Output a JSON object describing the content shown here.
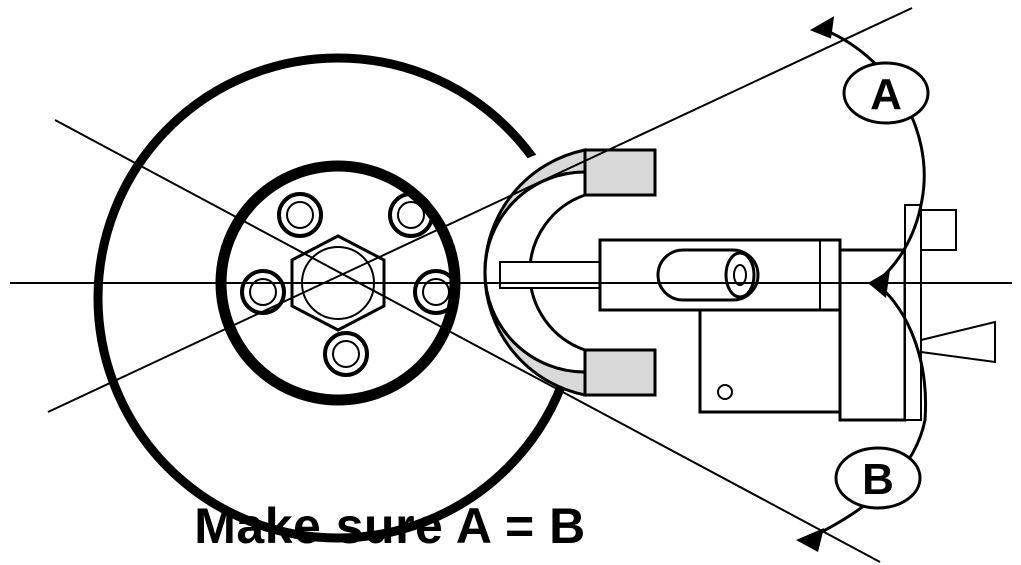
{
  "diagram": {
    "callout_a": "A",
    "callout_b": "B",
    "caption": "Make sure A = B"
  },
  "colors": {
    "ink": "#000000",
    "caliper_fill": "#d9d9d9",
    "paper": "#ffffff"
  }
}
